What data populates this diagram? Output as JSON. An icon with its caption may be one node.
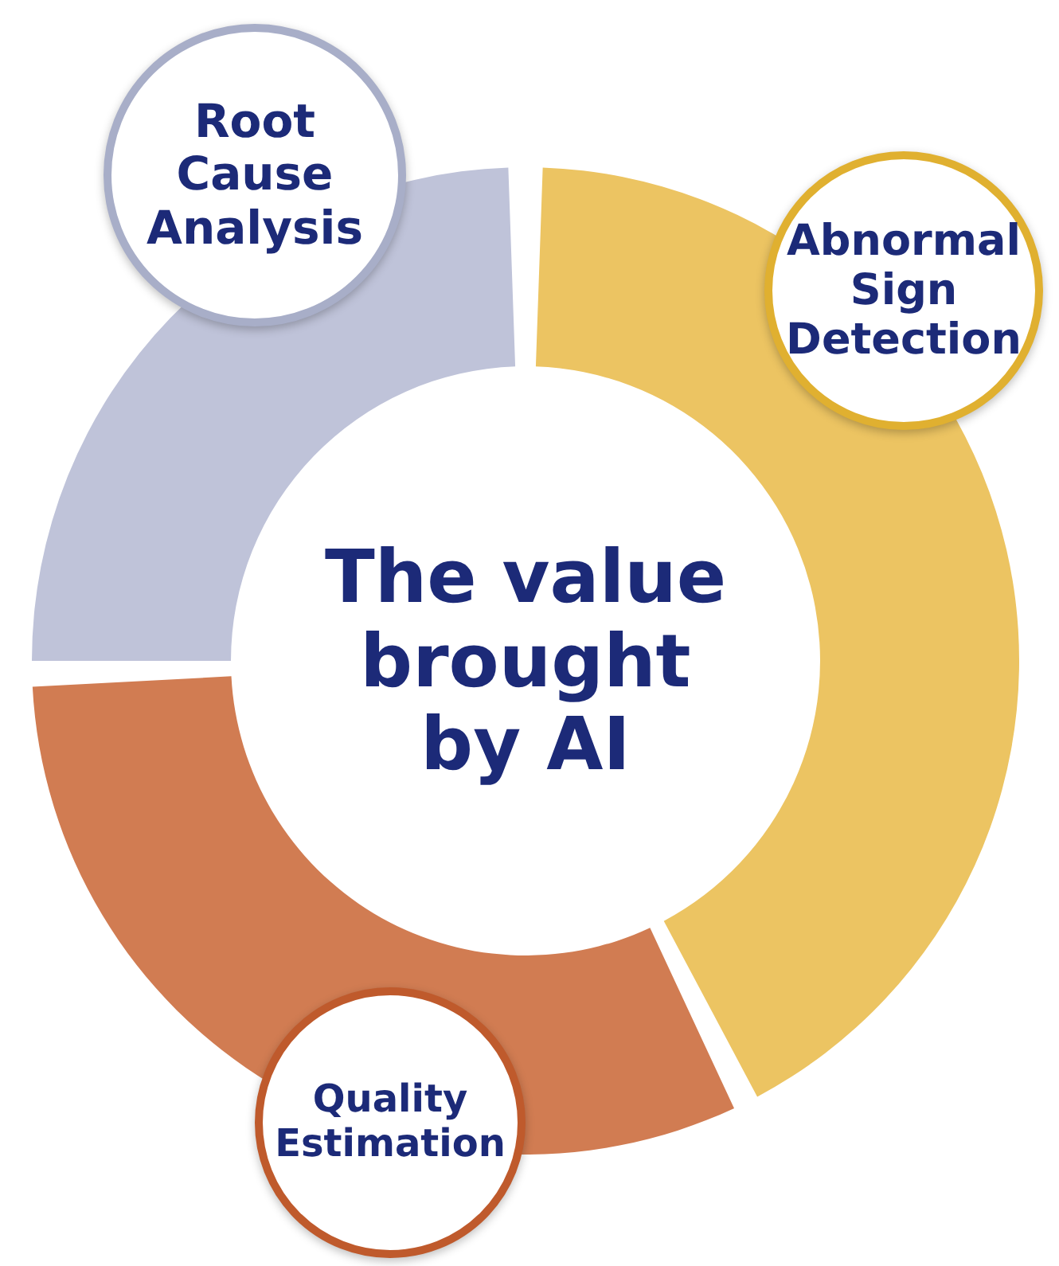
{
  "diagram": {
    "nodes": [
      {
        "text": [
          "The value brought by AI"
        ]
      },
      {
        "text": [
          "Root Cause Analysis"
        ]
      },
      {
        "text": [
          "Abnormal Sign Detection"
        ]
      },
      {
        "text": [
          "Quality Estimation"
        ]
      }
    ]
  }
}
